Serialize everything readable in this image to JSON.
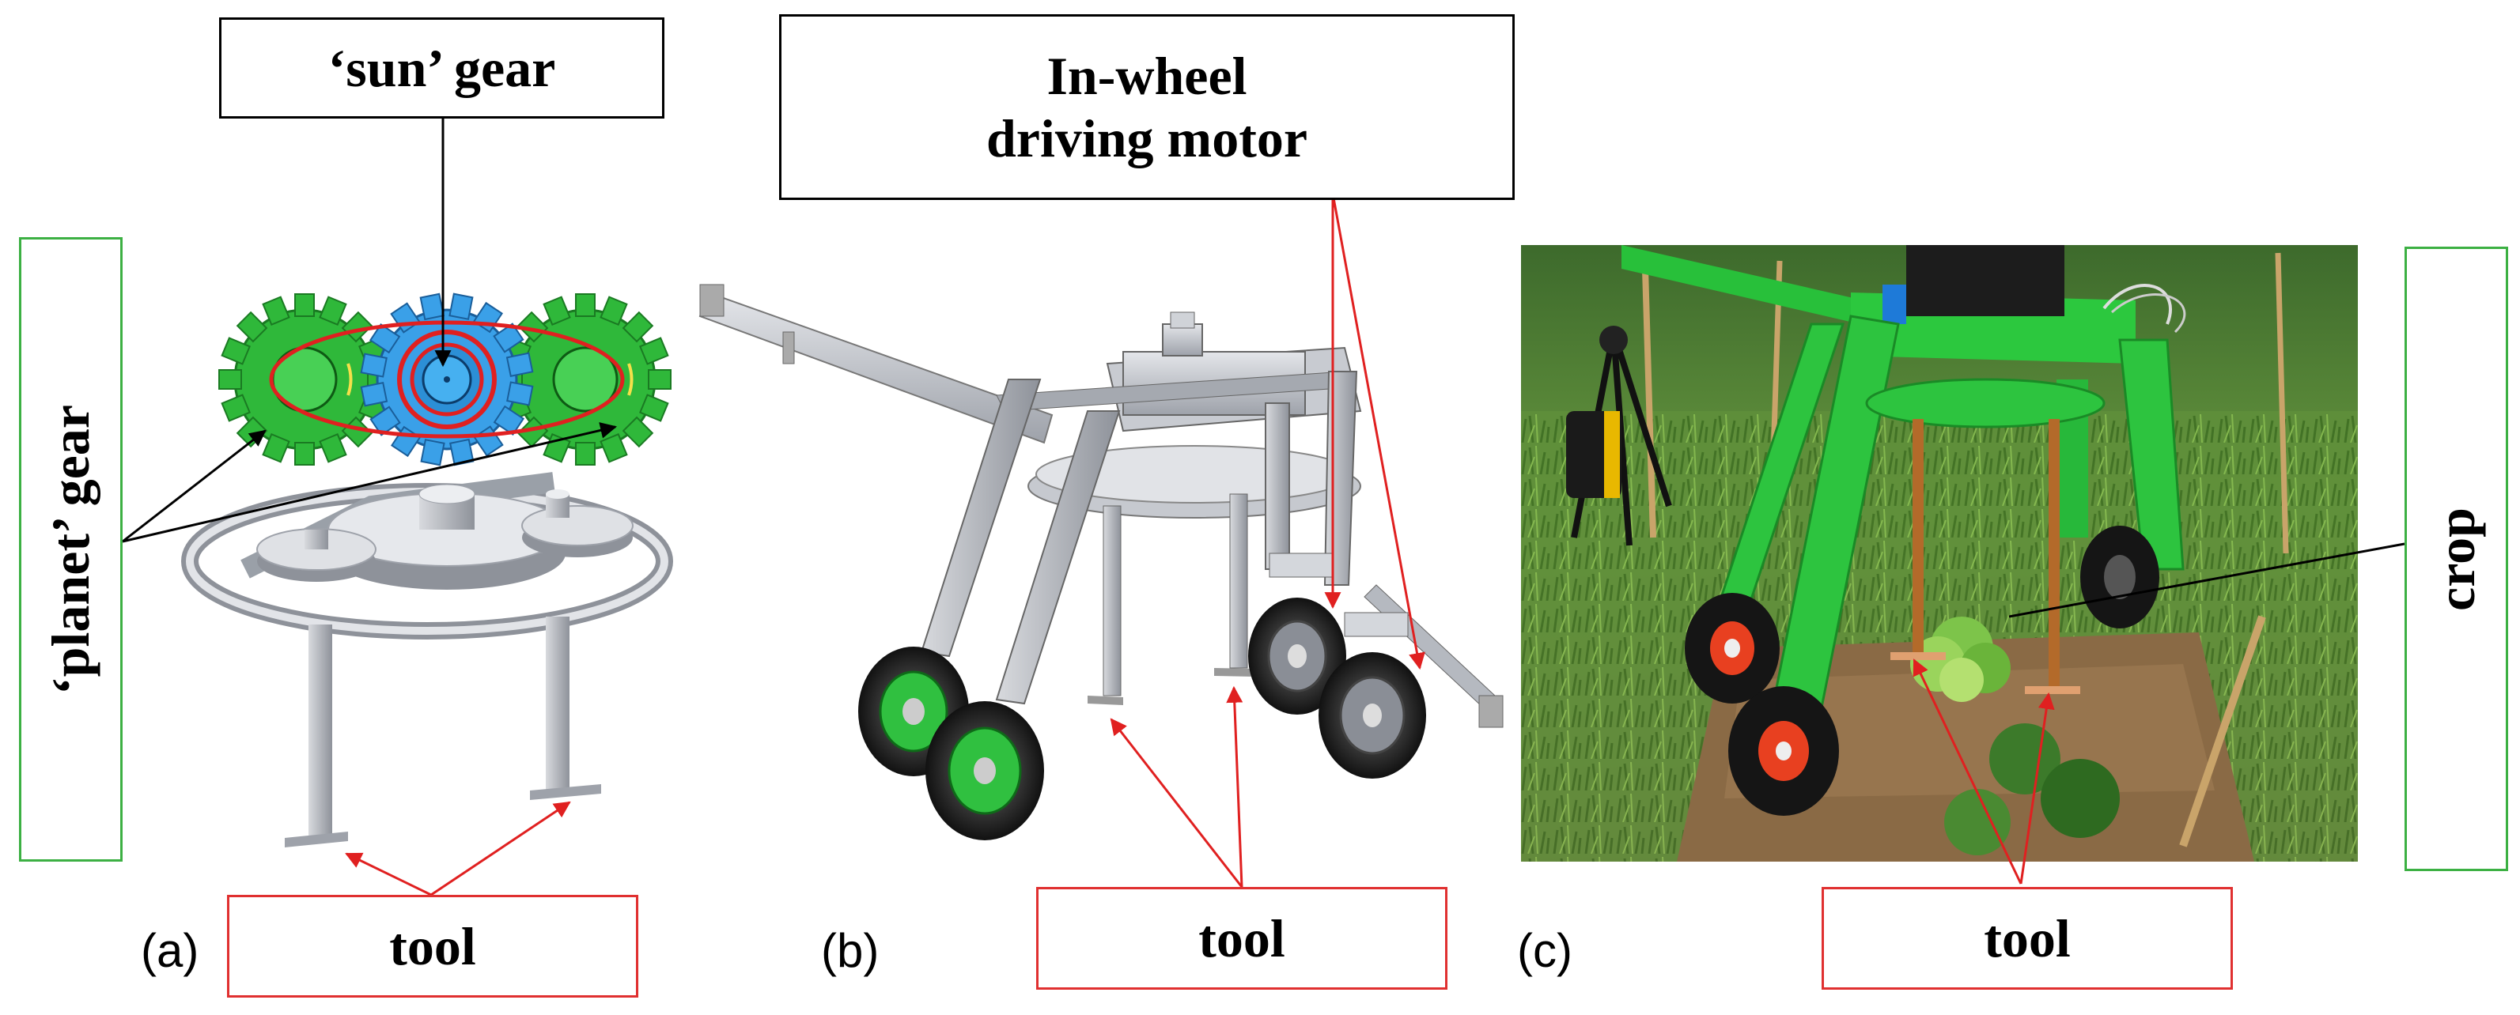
{
  "panel_labels": {
    "a": "(a)",
    "b": "(b)",
    "c": "(c)"
  },
  "callouts": {
    "sun_gear": "‘sun’ gear",
    "planet_gear": "‘planet’ gear",
    "in_wheel_line1": "In-wheel",
    "in_wheel_line2": "driving motor",
    "tool_a": "tool",
    "tool_b": "tool",
    "tool_c": "tool",
    "crop": "crop"
  },
  "colors": {
    "gear_green": "#2fb83a",
    "gear_blue": "#3aa0e8",
    "orbit_red": "#e02020",
    "frame_green": "#28c03a",
    "metal_grey": "#b8bcc4",
    "wheel_dark": "#1e1e1e",
    "wheel_hub_green": "#30c040",
    "wheel_hub_red": "#e84020",
    "soil_brown": "#8a6a45",
    "grass_green": "#5d8a3a",
    "arrow_red": "#e02020"
  }
}
